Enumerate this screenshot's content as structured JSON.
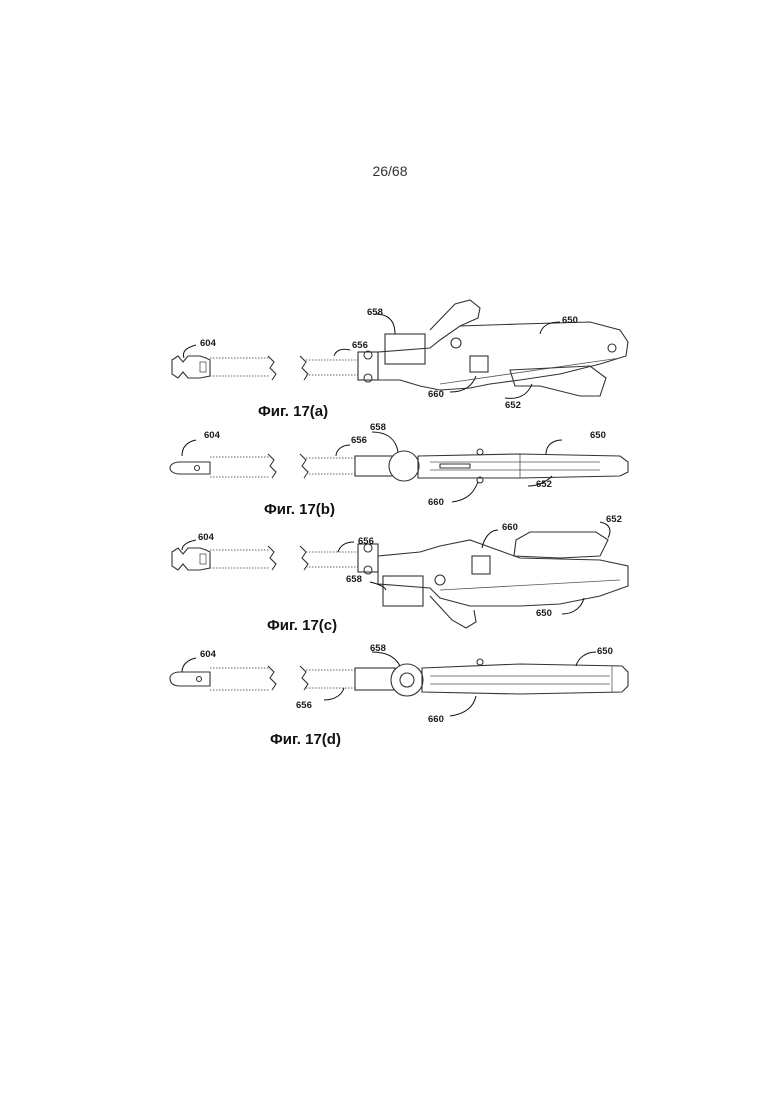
{
  "page_number": "26/68",
  "figures": [
    {
      "caption": "Фиг. 17(a)",
      "refs": {
        "r604": "604",
        "r656": "656",
        "r658": "658",
        "r650": "650",
        "r660": "660",
        "r652": "652"
      }
    },
    {
      "caption": "Фиг. 17(b)",
      "refs": {
        "r604": "604",
        "r656": "656",
        "r658": "658",
        "r650": "650",
        "r660": "660",
        "r652": "652"
      }
    },
    {
      "caption": "Фиг. 17(c)",
      "refs": {
        "r604": "604",
        "r656": "656",
        "r658": "658",
        "r650": "650",
        "r660": "660",
        "r652": "652"
      }
    },
    {
      "caption": "Фиг. 17(d)",
      "refs": {
        "r604": "604",
        "r656": "656",
        "r658": "658",
        "r650": "650",
        "r660": "660"
      }
    }
  ]
}
